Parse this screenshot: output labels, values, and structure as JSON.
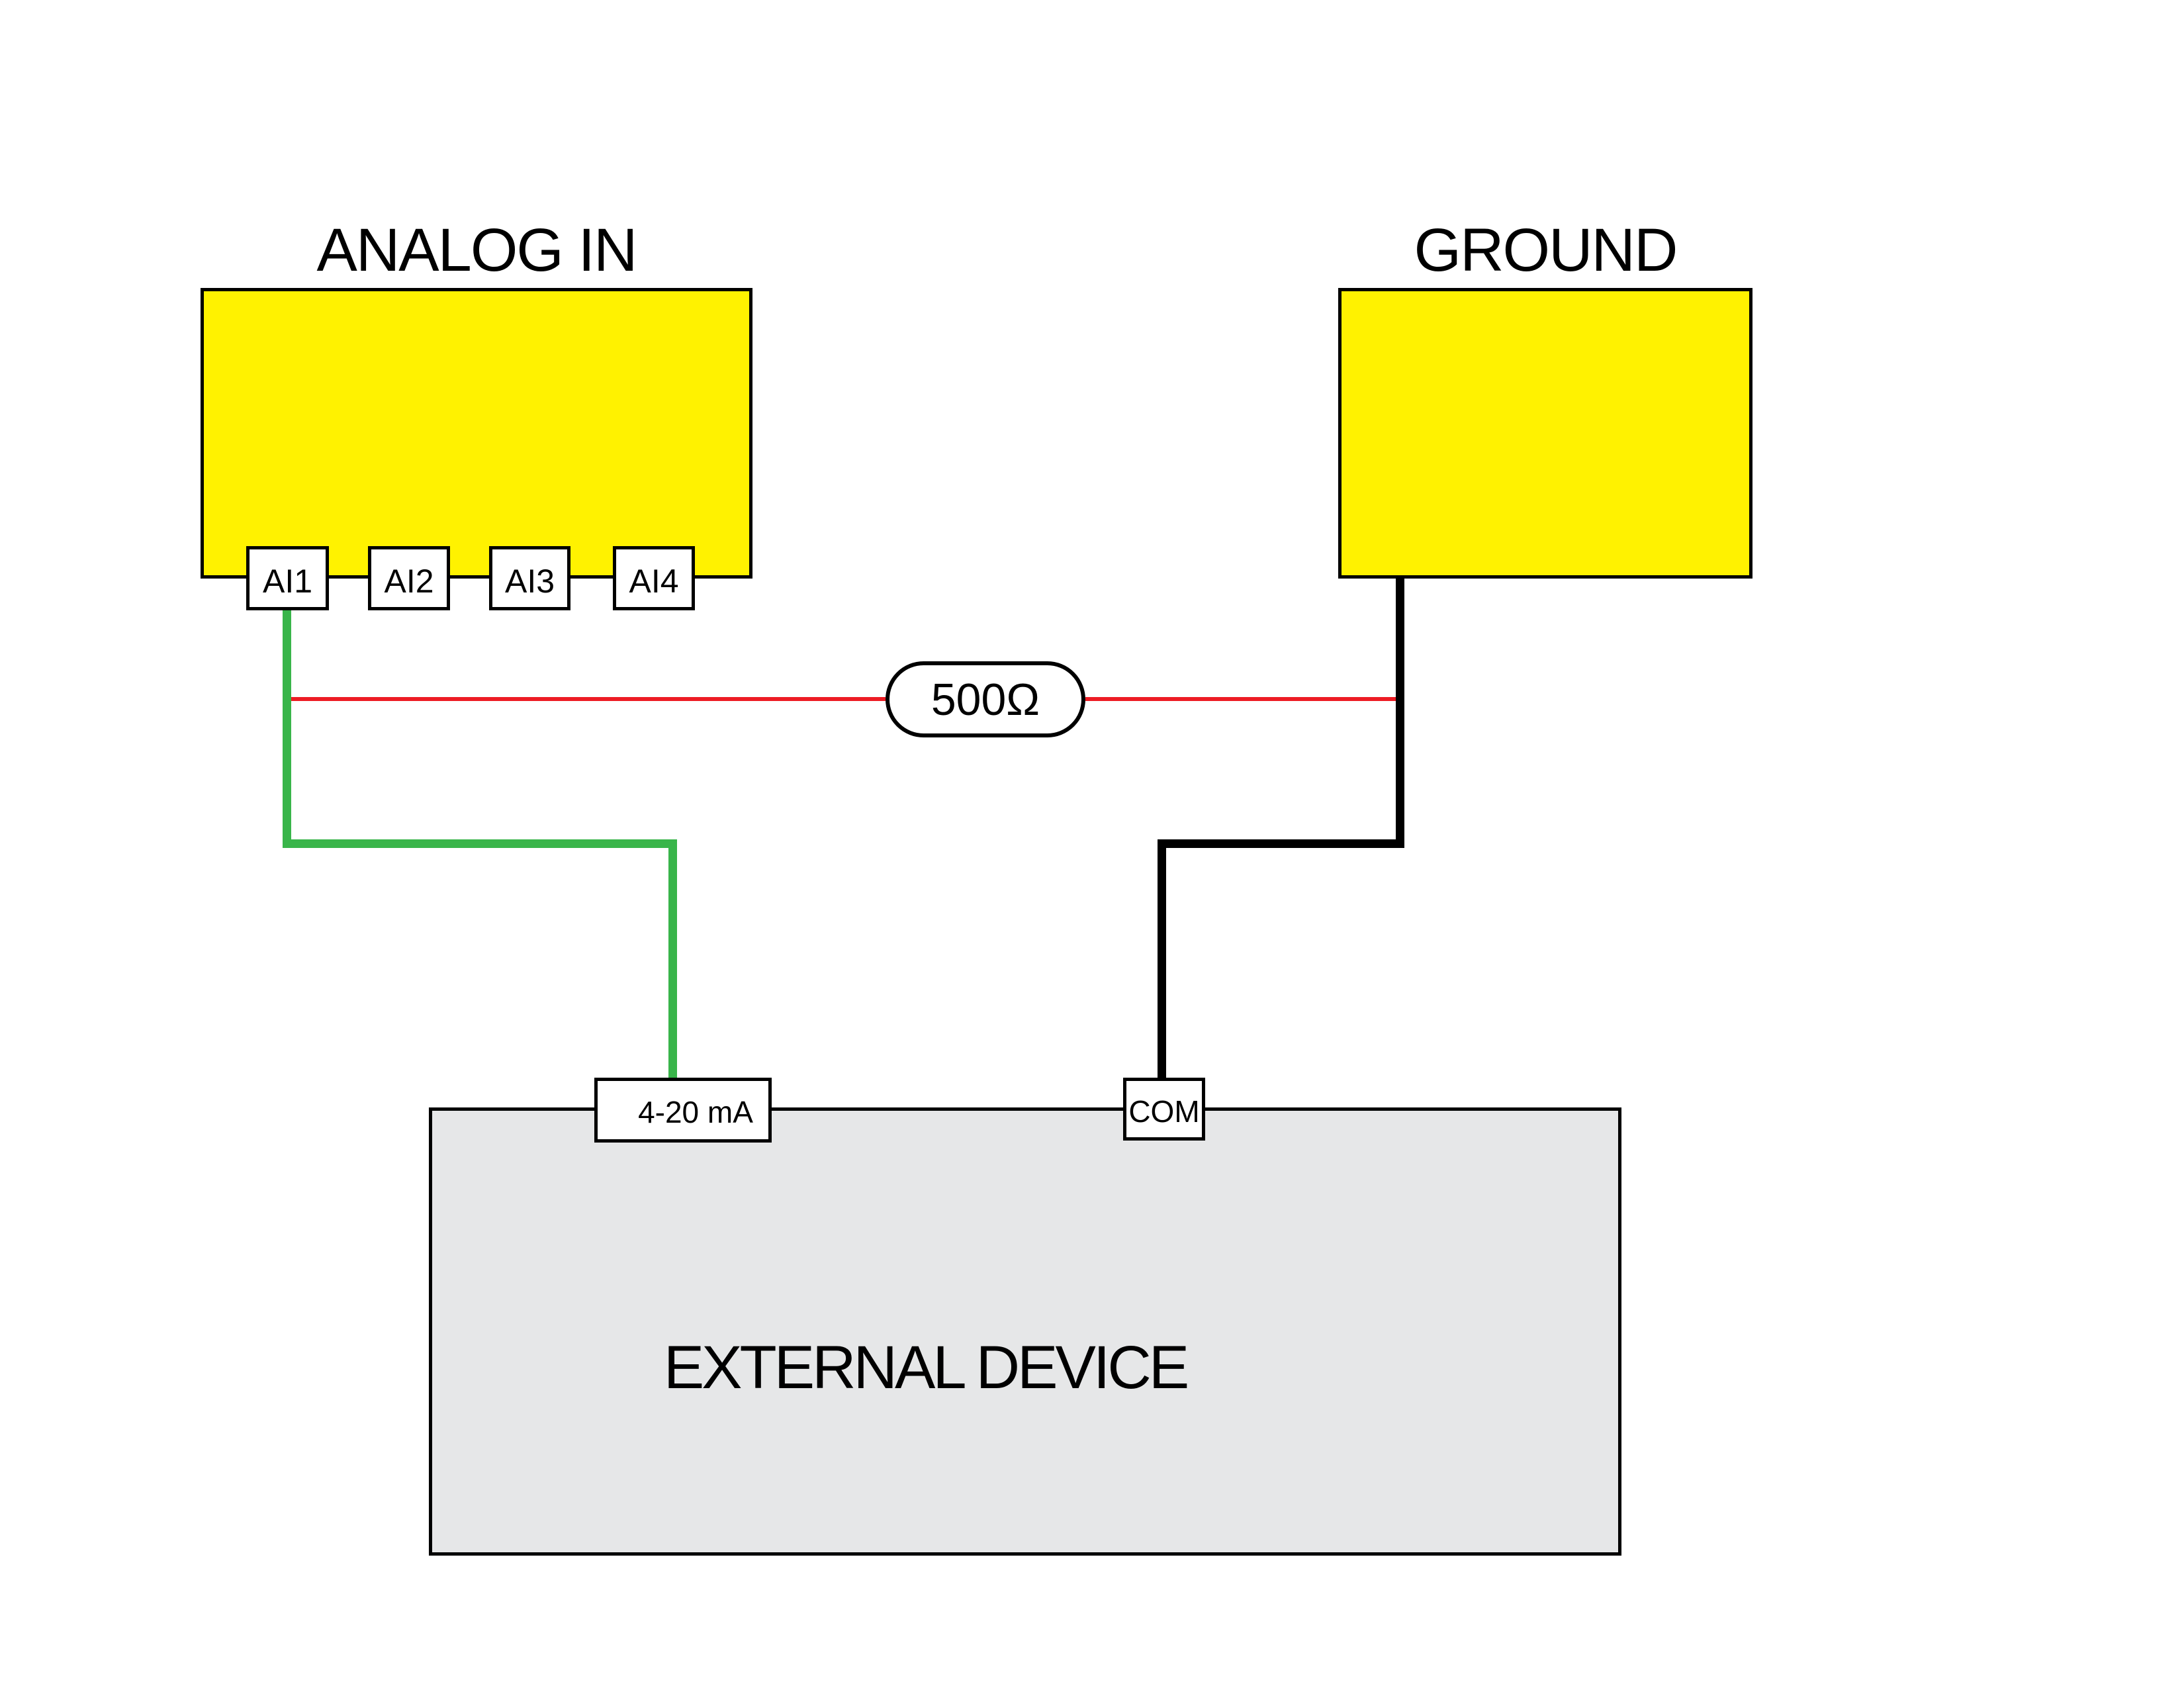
{
  "analog_in": {
    "title": "ANALOG IN",
    "terminals": [
      "AI1",
      "AI2",
      "AI3",
      "AI4"
    ]
  },
  "ground": {
    "title": "GROUND"
  },
  "resistor": {
    "label": "500Ω"
  },
  "external_device": {
    "title": "EXTERNAL DEVICE",
    "terminals": [
      "4-20 mA",
      "COM"
    ]
  },
  "colors": {
    "box_fill_yellow": "#FFF200",
    "device_fill_gray": "#E6E7E8",
    "wire_green": "#39B54A",
    "wire_red": "#ED1C24",
    "wire_black": "#000000",
    "outline_black": "#000000"
  }
}
